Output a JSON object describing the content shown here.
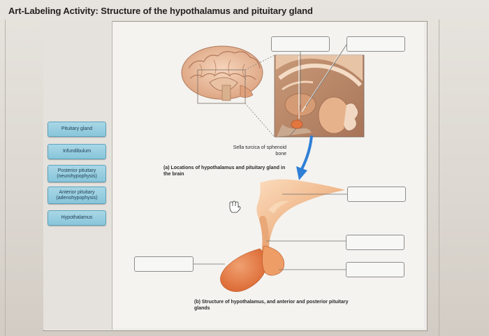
{
  "title": "Art-Labeling Activity: Structure of the hypothalamus and pituitary gland",
  "label_bank": [
    {
      "text": "Pituitary gland"
    },
    {
      "text": "Infundibulum"
    },
    {
      "text": "Posterior pituitary (neurohypophysis)"
    },
    {
      "text": "Anterior pituitary (adenohypophysis)"
    },
    {
      "text": "Hypothalamus"
    }
  ],
  "figure": {
    "sella_label": "Sella turcica of sphenoid bone",
    "caption_a": "(a) Locations of hypothalamus and pituitary gland in the brain",
    "caption_b": "(b) Structure of hypothalamus, and anterior and posterior pituitary glands"
  },
  "drop_targets": [
    {
      "value": ""
    },
    {
      "value": ""
    },
    {
      "value": ""
    },
    {
      "value": ""
    },
    {
      "value": ""
    },
    {
      "value": ""
    }
  ],
  "colors": {
    "chip_fill": "#95cde0",
    "chip_border": "#5ea3bd",
    "pituitary": "#e2763f",
    "hypothalamus": "#f1b27e",
    "arrow": "#2f7fd6"
  }
}
